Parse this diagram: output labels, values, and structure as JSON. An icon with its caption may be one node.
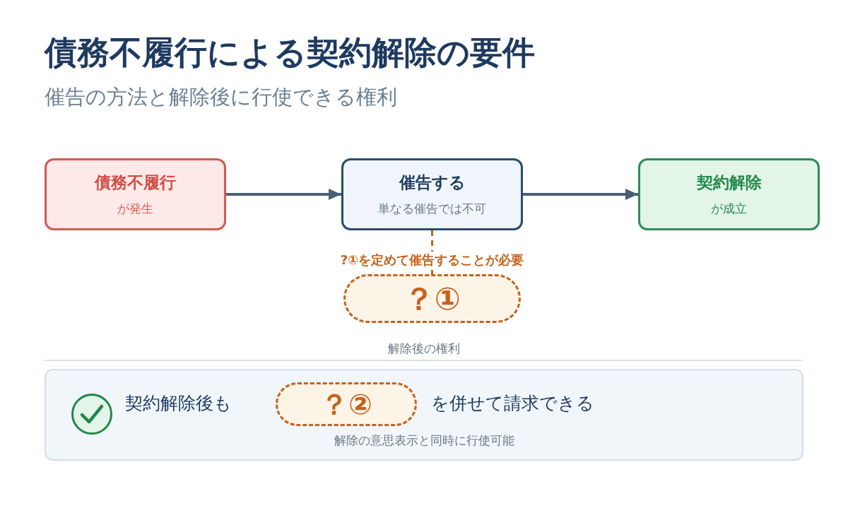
{
  "diagram": {
    "title": "債務不履行による契約解除の要件",
    "nodes": [
      {
        "text": [
          "債務不履行",
          "が発生"
        ]
      },
      {
        "text": [
          "催告する",
          "単なる催告では不可"
        ]
      },
      {
        "text": [
          "契約解除",
          "が成立"
        ]
      },
      {
        "text": [
          "？①"
        ]
      },
      {
        "text": [
          "契約解除後も",
          "を併せて請求できる",
          "解除の意思表示と同時に行使可能"
        ]
      },
      {
        "text": [
          "？②"
        ],
        "in": 4
      }
    ],
    "edges": [
      {
        "from": 0,
        "to": 1,
        "arrow": "to"
      },
      {
        "from": 1,
        "to": 2,
        "arrow": "to"
      },
      {
        "from": 1,
        "to": 3,
        "arrow": "none",
        "label": "?①を定めて催告することが必要",
        "style": "dashed",
        "color": "#c4631c"
      }
    ],
    "labels": [
      "催告の方法と解除後に行使できる権利",
      "解除後の権利"
    ]
  }
}
